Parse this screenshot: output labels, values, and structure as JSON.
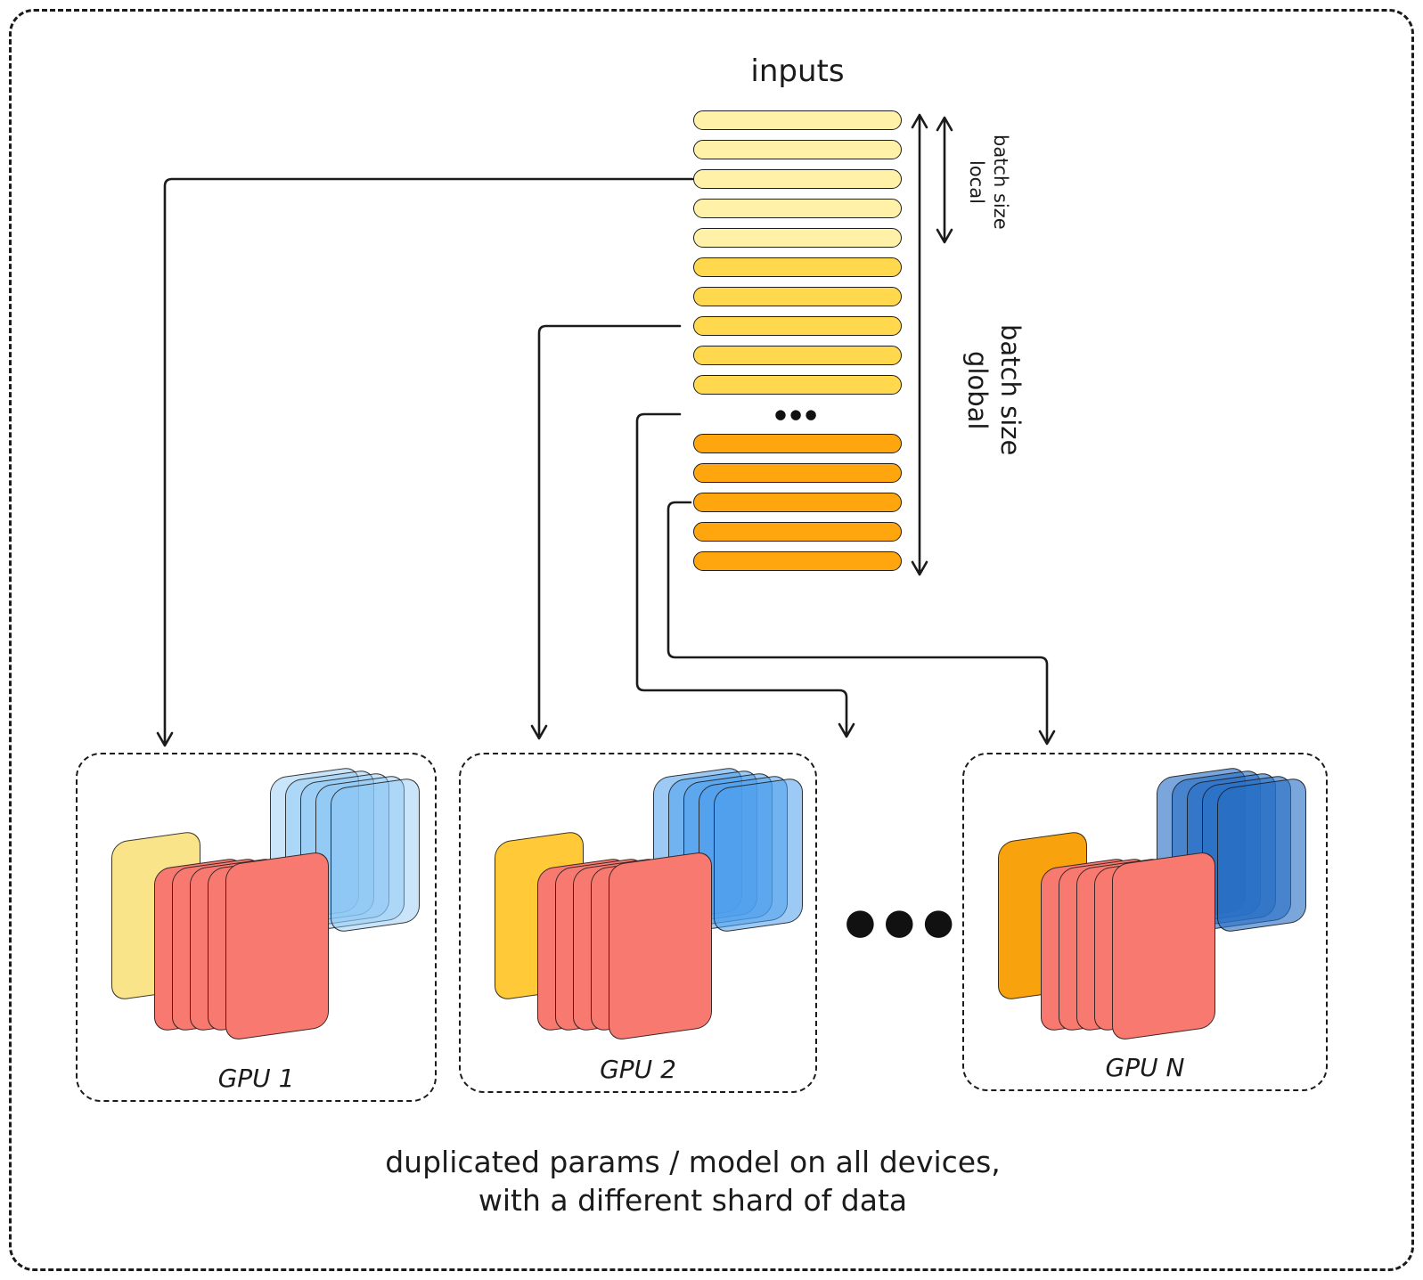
{
  "inputs": {
    "title": "inputs",
    "ellipsis": "●●●",
    "bar_groups": [
      {
        "name": "shard-top",
        "count": 5,
        "fill": "#FFF1A8"
      },
      {
        "name": "shard-mid",
        "count": 5,
        "fill": "#FFD84E"
      },
      {
        "name": "shard-bottom",
        "count": 5,
        "fill": "#FFA60F"
      }
    ]
  },
  "measures": {
    "local": {
      "word1": "local",
      "word2": "batch size"
    },
    "global": {
      "word1": "global",
      "word2": "batch size"
    }
  },
  "gpus": [
    {
      "label": "GPU 1",
      "param_fill": "#F9E489",
      "grad_fill": "#F8796F",
      "grad_count": 5,
      "act_fill": "rgba(137,197,245,0.45)",
      "act_count": 5
    },
    {
      "label": "GPU 2",
      "param_fill": "#FFC937",
      "grad_fill": "#F8796F",
      "grad_count": 5,
      "act_fill": "rgba(77,158,236,0.55)",
      "act_count": 5
    },
    {
      "label": "GPU N",
      "param_fill": "#F8A30D",
      "grad_fill": "#F8796F",
      "grad_count": 5,
      "act_fill": "rgba(41,111,197,0.62)",
      "act_count": 5
    }
  ],
  "gpu_ellipsis": "●●●",
  "caption": {
    "line1": "duplicated params / model on all devices,",
    "line2": "with a different shard of data"
  },
  "colors": {
    "stroke": "#1b1b1b",
    "background": "#ffffff"
  }
}
